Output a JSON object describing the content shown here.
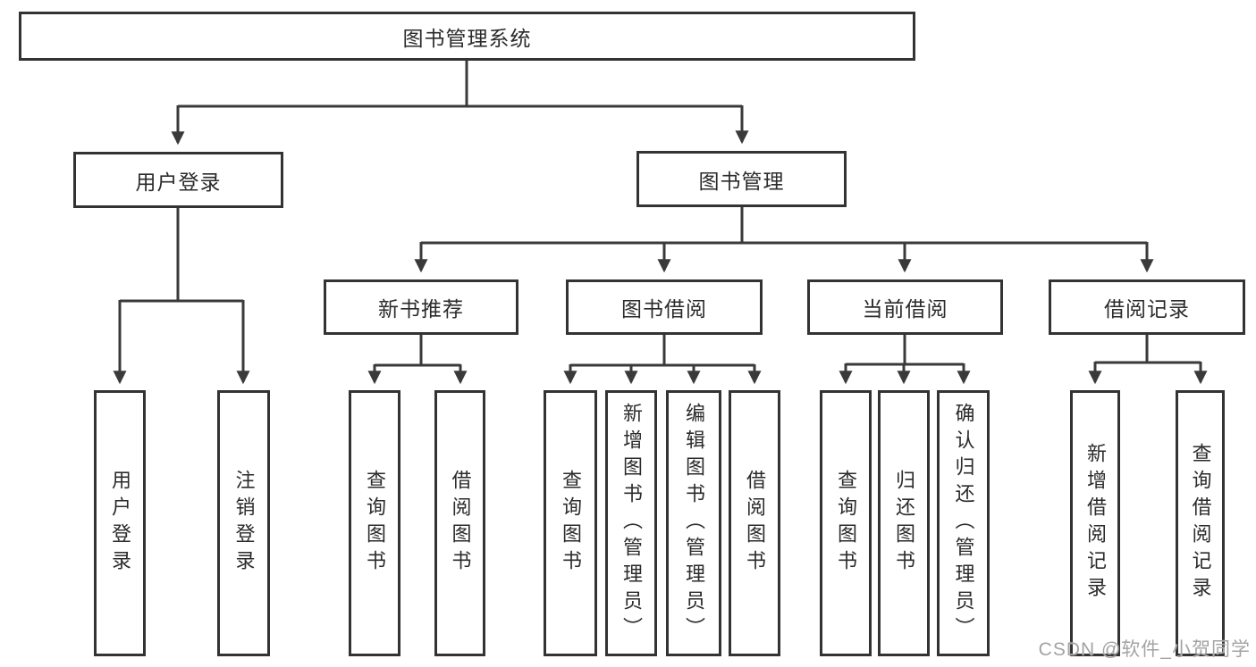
{
  "diagram": {
    "root": {
      "label": "图书管理系统"
    },
    "level2": [
      {
        "id": "user-login",
        "label": "用户登录"
      },
      {
        "id": "book-management",
        "label": "图书管理"
      }
    ],
    "level3": [
      {
        "id": "new-book-recommend",
        "label": "新书推荐"
      },
      {
        "id": "book-borrowing",
        "label": "图书借阅"
      },
      {
        "id": "current-borrowing",
        "label": "当前借阅"
      },
      {
        "id": "borrowing-records",
        "label": "借阅记录"
      }
    ],
    "leaves": {
      "user_login": [
        "用户登录",
        "注销登录"
      ],
      "new_book_recommend": [
        "查询图书",
        "借阅图书"
      ],
      "book_borrowing": [
        "查询图书",
        "新增图书（管理员）",
        "编辑图书（管理员）",
        "借阅图书"
      ],
      "current_borrowing": [
        "查询图书",
        "归还图书",
        "确认归还（管理员）"
      ],
      "borrowing_records": [
        "新增借阅记录",
        "查询借阅记录"
      ]
    }
  },
  "watermark": "CSDN @软件_小贺同学",
  "colors": {
    "line": "#3a3a3a",
    "box_border": "#333333",
    "text": "#2b2b2b",
    "watermark": "#a3a3a3",
    "background": "#ffffff"
  }
}
